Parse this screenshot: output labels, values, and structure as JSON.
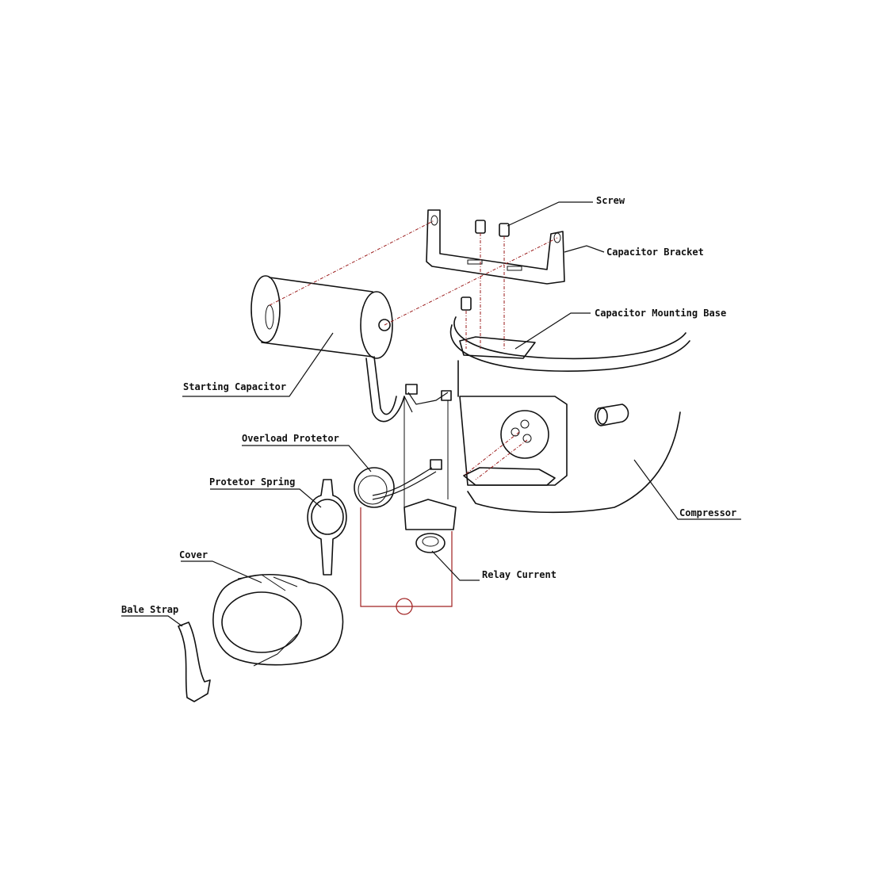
{
  "title": "Compressor starting components exploded view",
  "labels": {
    "screw": "Screw",
    "capacitor_bracket": "Capacitor Bracket",
    "capacitor_mounting_base": "Capacitor Mounting Base",
    "starting_capacitor": "Starting Capacitor",
    "overload_protetor": "Overload Protetor",
    "protetor_spring": "Protetor Spring",
    "cover": "Cover",
    "bale_strap": "Bale Strap",
    "compressor": "Compressor",
    "relay_current": "Relay Current"
  },
  "colors": {
    "line": "#111111",
    "assembly_axis": "#9b1b1b"
  }
}
